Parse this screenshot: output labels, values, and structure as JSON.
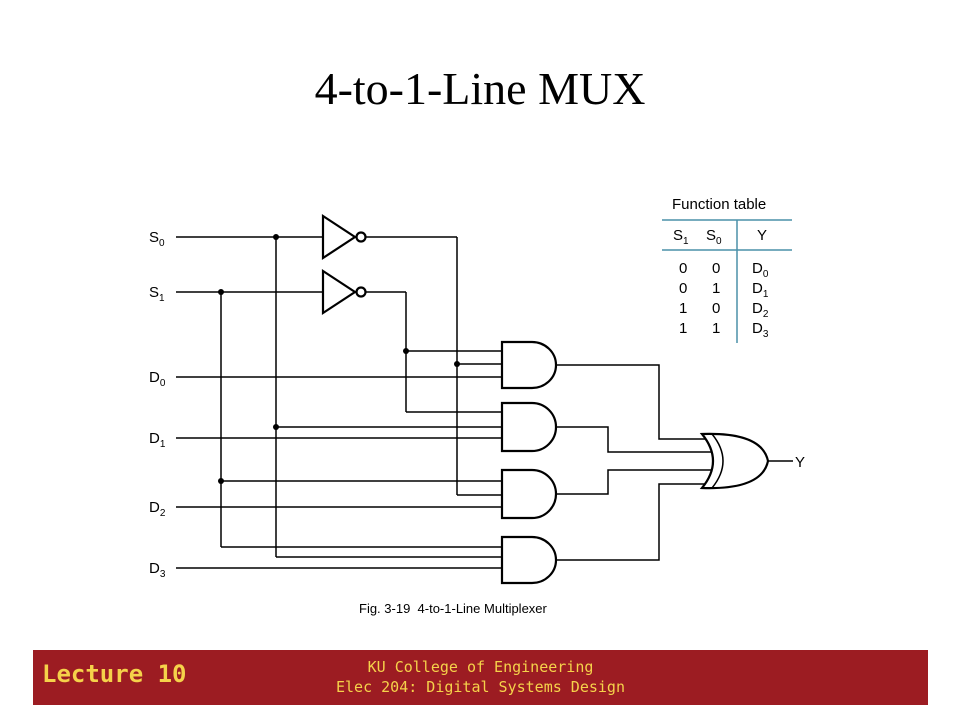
{
  "slide": {
    "title": "4-to-1-Line MUX"
  },
  "diagram": {
    "inputs": [
      {
        "name": "S",
        "sub": "0"
      },
      {
        "name": "S",
        "sub": "1"
      },
      {
        "name": "D",
        "sub": "0"
      },
      {
        "name": "D",
        "sub": "1"
      },
      {
        "name": "D",
        "sub": "2"
      },
      {
        "name": "D",
        "sub": "3"
      }
    ],
    "output": "Y",
    "caption": "Fig. 3-19  4-to-1-Line Multiplexer"
  },
  "function_table": {
    "title": "Function table",
    "headers": [
      {
        "name": "S",
        "sub": "1"
      },
      {
        "name": "S",
        "sub": "0"
      },
      {
        "name": "Y",
        "sub": ""
      }
    ],
    "rows": [
      {
        "s1": "0",
        "s0": "0",
        "y": "D",
        "ysub": "0"
      },
      {
        "s1": "0",
        "s0": "1",
        "y": "D",
        "ysub": "1"
      },
      {
        "s1": "1",
        "s0": "0",
        "y": "D",
        "ysub": "2"
      },
      {
        "s1": "1",
        "s0": "1",
        "y": "D",
        "ysub": "3"
      }
    ]
  },
  "footer": {
    "lecture": "Lecture 10",
    "line1": "KU College of Engineering",
    "line2": "Elec 204: Digital Systems Design"
  }
}
